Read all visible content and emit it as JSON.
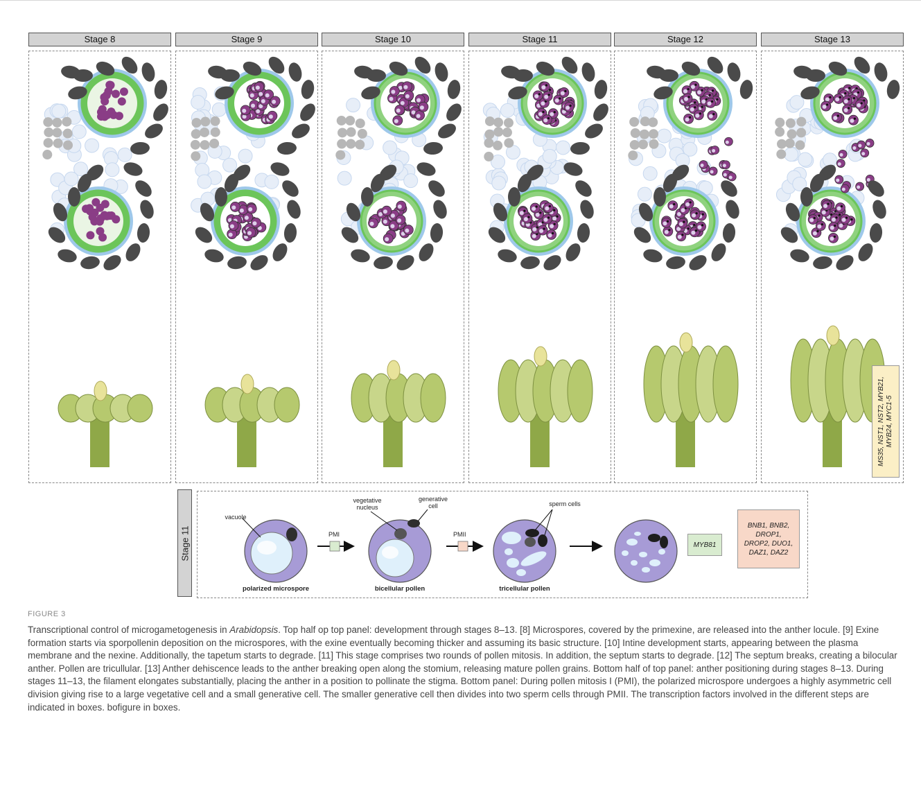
{
  "stages": [
    {
      "label": "Stage 8",
      "pollen": "microspore"
    },
    {
      "label": "Stage 9",
      "pollen": "exine"
    },
    {
      "label": "Stage 10",
      "pollen": "intine"
    },
    {
      "label": "Stage 11",
      "pollen": "bicell"
    },
    {
      "label": "Stage 12",
      "pollen": "mature"
    },
    {
      "label": "Stage 13",
      "pollen": "mature"
    }
  ],
  "stage13_genes": "MS35, NST1, NST2, MYB21, MYB24, MYC1-5",
  "bottom_panel": {
    "stage_label": "Stage 11",
    "cells": [
      {
        "caption": "polarized microspore"
      },
      {
        "caption": "bicellular pollen"
      },
      {
        "caption": "tricellular pollen"
      }
    ],
    "annotations": {
      "vacuole": "vacuole",
      "vegetative_nucleus": "vegetative nucleus",
      "generative_cell": "generative cell",
      "sperm_cells": "sperm cells"
    },
    "pmi": "PMI",
    "pmii": "PMII",
    "gene_box_1": "MYB81",
    "gene_box_2": "BNB1, BNB2, DROP1, DROP2, DUO1, DAZ1, DAZ2"
  },
  "colors": {
    "epidermis": "#4a4a4a",
    "endothecium": "#e7eef8",
    "tapetum": "#6cc55a",
    "middle_layer": "#9ec8ea",
    "pollen": "#8a3d86",
    "connective": "#b7b7b7",
    "cell_fill": "#a79bd6",
    "pmi_box": "#d9ecd0",
    "pmii_box": "#f8d8c8"
  },
  "figure_label": "FIGURE 3",
  "caption": {
    "part1": "Transcriptional control of microgametogenesis in ",
    "italic": "Arabidopsis",
    "part2": ". Top half op top panel: development through stages 8–13. [8] Microspores, covered by the primexine, are released into the anther locule. [9] Exine formation starts via sporpollenin deposition on the microspores, with the exine eventually becoming thicker and assuming its basic structure. [10] Intine development starts, appearing between the plasma membrane and the nexine. Additionally, the tapetum starts to degrade. [11] This stage comprises two rounds of pollen mitosis. In addition, the septum starts to degrade. [12] The septum breaks, creating a bilocular anther. Pollen are tricullular. [13] Anther dehiscence leads to the anther breaking open along the stomium, releasing mature pollen grains. Bottom half of top panel: anther positioning during stages 8–13. During stages 11–13, the filament elongates substantially, placing the anther in a position to pollinate the stigma. Bottom panel: During pollen mitosis I (PMI), the polarized microspore undergoes a highly asymmetric cell division giving rise to a large vegetative cell and a small generative cell. The smaller generative cell then divides into two sperm cells through PMII. The transcription factors involved in the different steps are indicated in boxes. bofigure in boxes."
  }
}
